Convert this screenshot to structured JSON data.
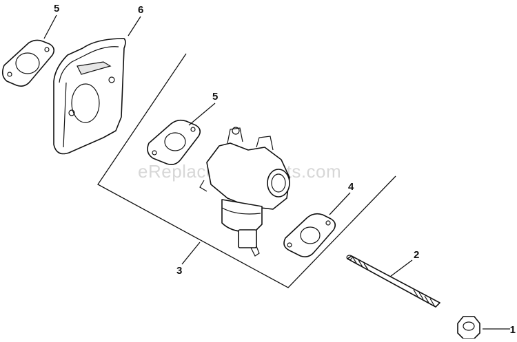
{
  "watermark": "eReplacementParts.com",
  "callouts": [
    {
      "id": "c5a",
      "label": "5"
    },
    {
      "id": "c6",
      "label": "6"
    },
    {
      "id": "c5b",
      "label": "5"
    },
    {
      "id": "c4",
      "label": "4"
    },
    {
      "id": "c3",
      "label": "3"
    },
    {
      "id": "c2",
      "label": "2"
    },
    {
      "id": "c1",
      "label": "1"
    }
  ]
}
